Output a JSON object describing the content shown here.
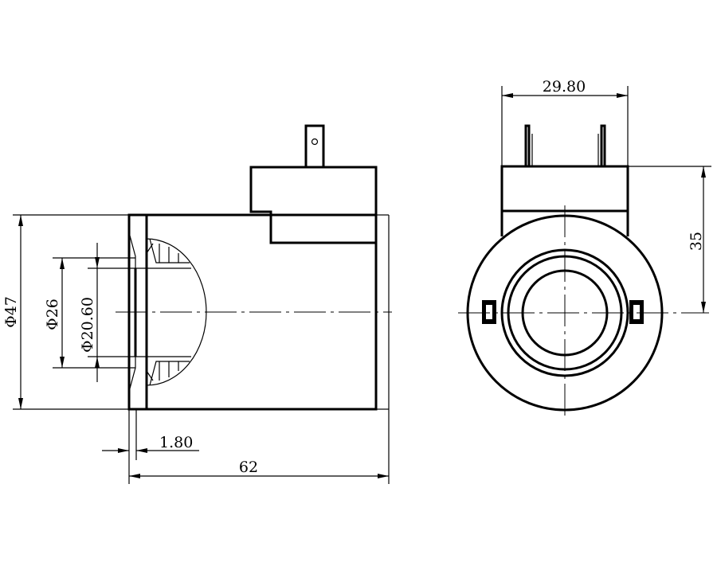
{
  "drawing": {
    "side_view": {
      "dimensions": {
        "outer_diameter": "Φ47",
        "mid_diameter": "Φ26",
        "bore_diameter": "Φ20.60",
        "flange_thickness": "1.80",
        "length": "62"
      }
    },
    "front_view": {
      "dimensions": {
        "connector_width": "29.80",
        "connector_height": "35"
      }
    }
  }
}
